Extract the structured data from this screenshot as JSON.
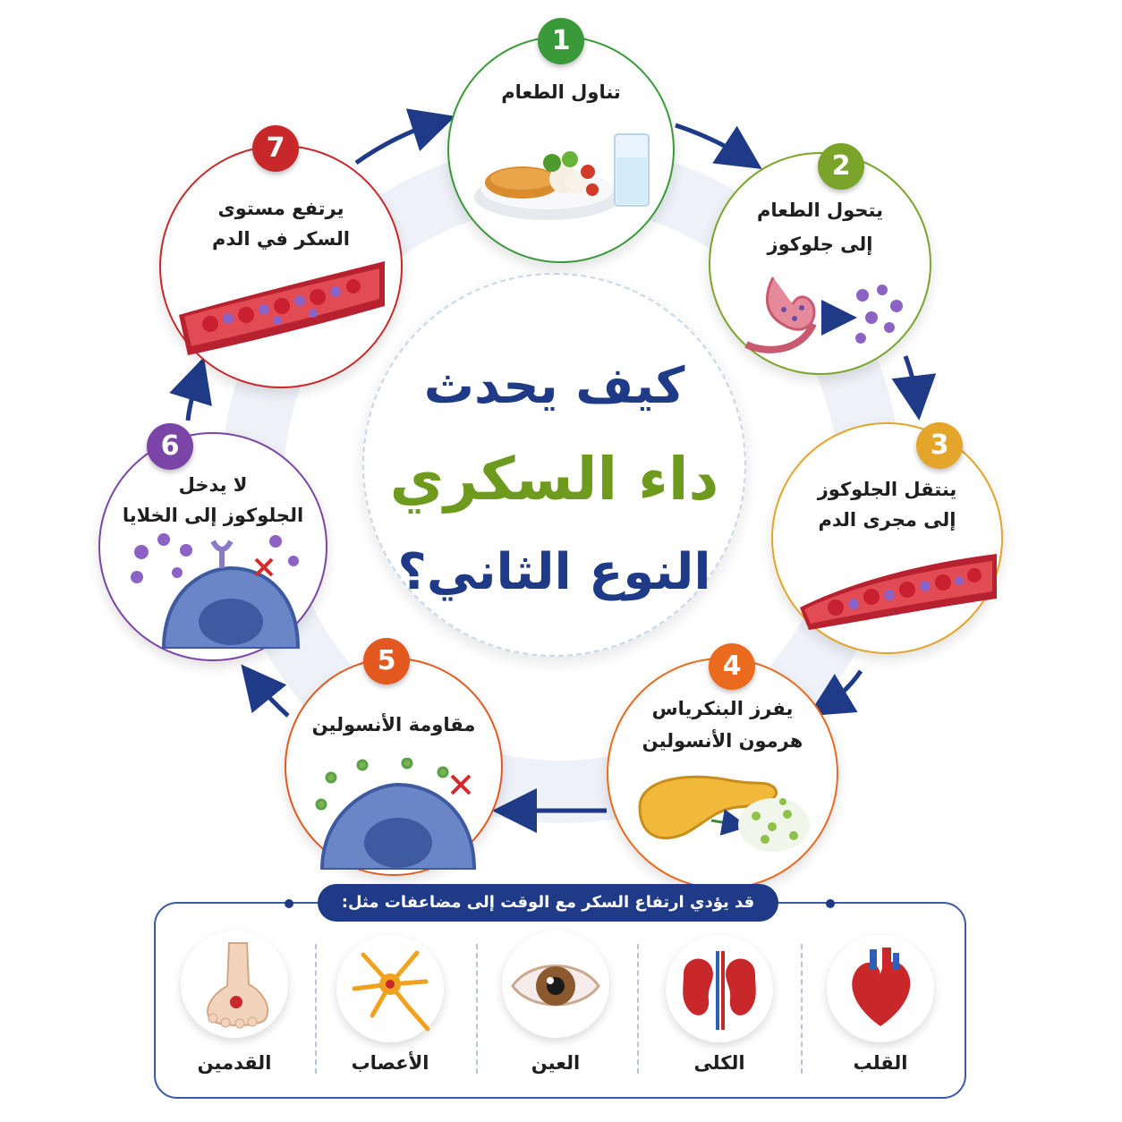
{
  "title": {
    "line1": "كيف يحدث",
    "line2": "داء السكري",
    "line3": "النوع الثاني؟"
  },
  "colors": {
    "navy": "#1f3a86",
    "green": "#6e9a1e",
    "step1": "#3a9a3a",
    "step2": "#7aa52a",
    "step3": "#e3a52a",
    "step4": "#ea6a1e",
    "step5": "#e2581e",
    "step6": "#7b45a8",
    "step7": "#c8282a"
  },
  "steps": [
    {
      "number": "1",
      "line1": "تناول الطعام",
      "line2": "",
      "icon": "food-plate-icon"
    },
    {
      "number": "2",
      "line1": "يتحول الطعام",
      "line2": "إلى جلوكوز",
      "icon": "stomach-icon"
    },
    {
      "number": "3",
      "line1": "ينتقل الجلوكوز",
      "line2": "إلى مجرى الدم",
      "icon": "blood-vessel-icon"
    },
    {
      "number": "4",
      "line1": "يفرز البنكرياس",
      "line2": "هرمون الأنسولين",
      "icon": "pancreas-icon"
    },
    {
      "number": "5",
      "line1": "مقاومة الأنسولين",
      "line2": "",
      "icon": "cell-receptor-icon"
    },
    {
      "number": "6",
      "line1": "لا يدخل",
      "line2": "الجلوكوز إلى الخلايا",
      "icon": "cell-blocked-icon"
    },
    {
      "number": "7",
      "line1": "يرتفع مستوى",
      "line2": "السكر في الدم",
      "icon": "blood-vessel-icon"
    }
  ],
  "complications": {
    "banner": "قد يؤدي ارتفاع السكر مع الوقت إلى مضاعفات مثل:",
    "items": [
      {
        "label": "القلب",
        "icon": "heart-icon"
      },
      {
        "label": "الكلى",
        "icon": "kidneys-icon"
      },
      {
        "label": "العين",
        "icon": "eye-icon"
      },
      {
        "label": "الأعصاب",
        "icon": "neuron-icon"
      },
      {
        "label": "القدمين",
        "icon": "foot-icon"
      }
    ]
  }
}
